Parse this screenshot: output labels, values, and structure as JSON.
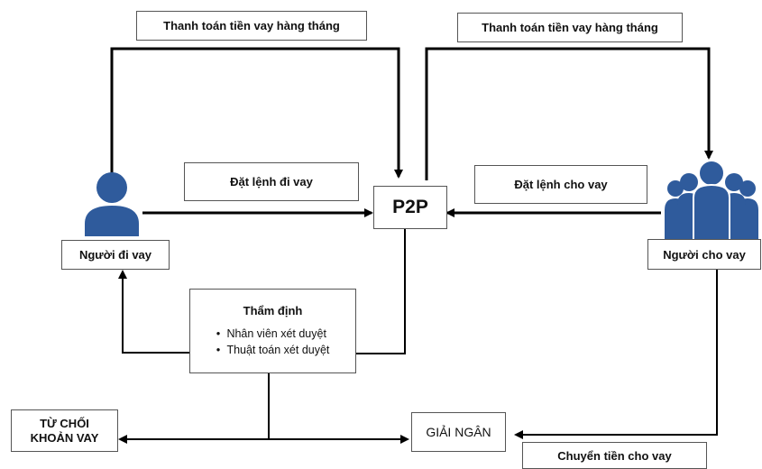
{
  "labels": {
    "monthly_payment_left": "Thanh toán tiền vay hàng tháng",
    "monthly_payment_right": "Thanh toán tiền vay hàng tháng",
    "borrow_order": "Đặt lệnh đi vay",
    "lend_order": "Đặt lệnh cho vay",
    "platform": "P2P",
    "borrower": "Người đi vay",
    "lender": "Người cho vay",
    "appraisal_title": "Thẩm định",
    "appraisal_items": [
      "Nhân viên  xét duyệt",
      "Thuật toán xét duyệt"
    ],
    "reject_line1": "TỪ CHỐI",
    "reject_line2": "KHOẢN VAY",
    "disburse": "GIẢI NGÂN",
    "transfer": "Chuyển tiền cho vay"
  },
  "icons": {
    "borrower": "single-person-icon",
    "lender": "group-people-icon"
  },
  "colors": {
    "icon_blue": "#2f5b9c",
    "line": "#000000",
    "box_border": "#555555"
  }
}
